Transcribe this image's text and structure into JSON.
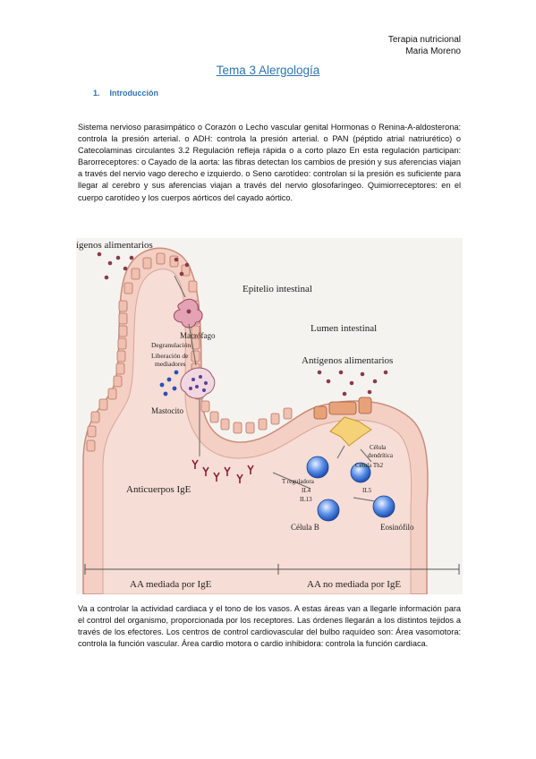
{
  "header": {
    "line1": "Terapia nutricional",
    "line2": "Maria Moreno"
  },
  "title": "Tema 3 Alergología",
  "section": {
    "number": "1.",
    "label": "Introducción"
  },
  "paragraph1": "Sistema nervioso parasimpático o Corazón o Lecho vascular genital Hormonas o Renina-A-aldosterona: controla la presión arterial. o ADH: controla la presión arterial. o PAN (péptido atrial natriurético) o Catecolaminas circulantes 3.2 Regulación refleja rápida o a corto plazo En esta regulación participan: Barorreceptores: o Cayado de la aorta: las fibras detectan los cambios de presión y sus aferencias viajan a través del nervio vago derecho e izquierdo. o Seno carotídeo: controlan si la presión es suficiente para llegar al cerebro y sus aferencias viajan a través del nervio glosofaríngeo. Quimiorreceptores: en el cuerpo carotídeo y los cuerpos aórticos del cayado aórtico.",
  "figure": {
    "labels": {
      "antigens_top": "ígenos alimentarios",
      "epithelium": "Epitelio intestinal",
      "lumen": "Lumen intestinal",
      "antigens_right": "Antígenos alimentarios",
      "macrophage": "Macrófago",
      "degranulation": "Degranulación",
      "mediator_release1": "Liberación de",
      "mediator_release2": "mediadores",
      "mast_cell": "Mastocito",
      "ige_antibodies": "Anticuerpos IgE",
      "dendritic1": "Célula",
      "dendritic2": "dendrítica",
      "th2": "Célula Th2",
      "treg": "T reguladora",
      "il4": "IL4",
      "il13": "IL13",
      "il5": "IL5",
      "b_cell": "Célula B",
      "eosinophil": "Eosinófilo",
      "ige_mediated": "AA mediada por IgE",
      "non_ige_mediated": "AA no mediada por IgE"
    }
  },
  "paragraph2": "Va a controlar la actividad cardiaca y el tono de los vasos. A estas áreas van a llegarle información para el control del organismo, proporcionada por los receptores. Las órdenes llegarán a los distintos tejidos a través de los efectores. Los centros de control cardiovascular del bulbo raquídeo son: Área vasomotora: controla la función vascular. Área cardio motora o cardio inhibidora: controla la función cardiaca."
}
